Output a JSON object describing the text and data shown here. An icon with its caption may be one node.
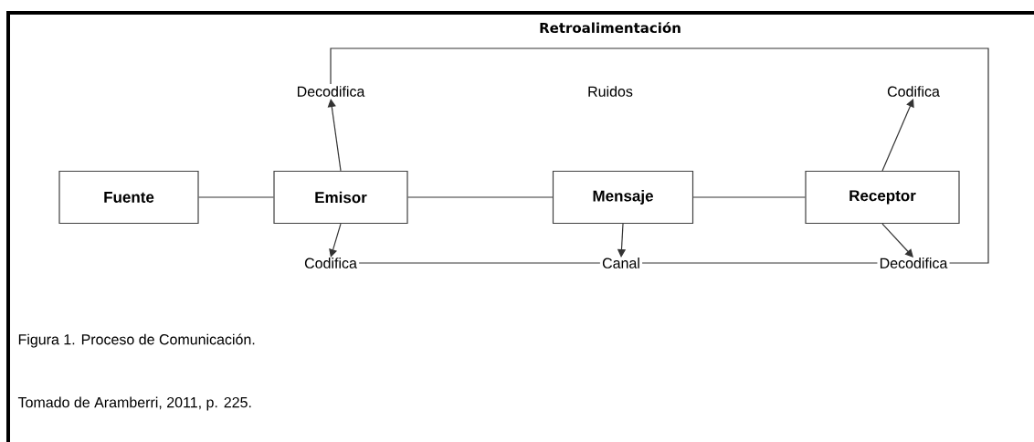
{
  "diagram": {
    "caption": "Figura 1. Proceso de Comunicación.",
    "nodes": [
      {
        "text": [
          "Fuente"
        ]
      },
      {
        "text": [
          "Emisor"
        ]
      },
      {
        "text": [
          "Mensaje"
        ]
      },
      {
        "text": [
          "Receptor"
        ]
      },
      {
        "text": [
          "Decodifica"
        ]
      },
      {
        "text": [
          "Codifica"
        ]
      },
      {
        "text": [
          "Codifica"
        ]
      },
      {
        "text": [
          "Canal"
        ]
      },
      {
        "text": [
          "Decodifica"
        ]
      }
    ],
    "edges": [
      {
        "from": 0,
        "to": 1,
        "arrow": "none"
      },
      {
        "from": 1,
        "to": 2,
        "arrow": "none"
      },
      {
        "from": 2,
        "to": 3,
        "arrow": "none"
      },
      {
        "from": 1,
        "to": 4,
        "arrow": "to"
      },
      {
        "from": 1,
        "to": 6,
        "arrow": "to"
      },
      {
        "from": 2,
        "to": 7,
        "arrow": "to"
      },
      {
        "from": 3,
        "to": 5,
        "arrow": "to"
      },
      {
        "from": 3,
        "to": 8,
        "arrow": "to"
      },
      {
        "from": 6,
        "to": 7,
        "arrow": "none"
      },
      {
        "from": 7,
        "to": 8,
        "arrow": "none"
      },
      {
        "from": 8,
        "to": 4,
        "arrow": "none",
        "label": "Retroalimentación"
      }
    ],
    "labels": [
      "Ruidos",
      "Tomado de Aramberri, 2011, p. 225."
    ]
  }
}
